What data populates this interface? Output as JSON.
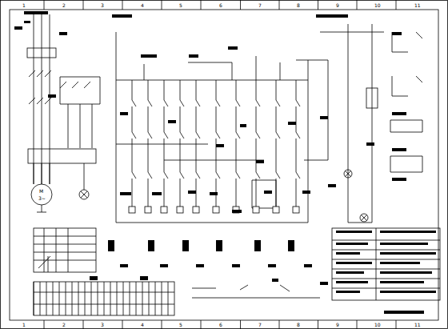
{
  "diagram": {
    "labels": [
      "1",
      "2",
      "3",
      "4",
      "5",
      "6",
      "7",
      "8",
      "9",
      "10",
      "11",
      "1",
      "2",
      "3",
      "4",
      "5",
      "6",
      "7",
      "8",
      "9",
      "10",
      "11",
      "M",
      "3~"
    ]
  }
}
